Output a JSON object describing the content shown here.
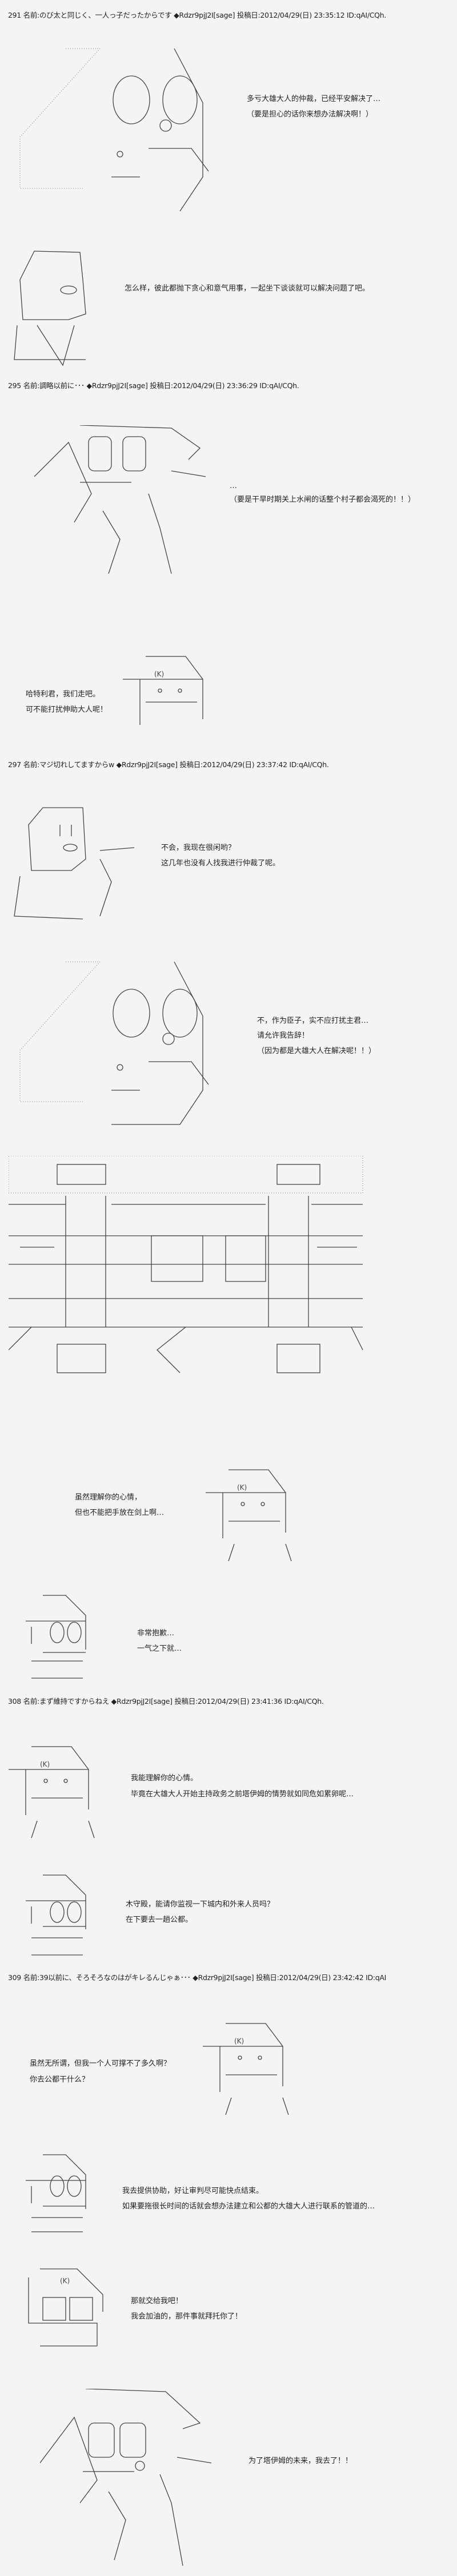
{
  "posts": [
    {
      "number": "291",
      "name": "のび太と同じく、一人っ子だったからです",
      "trip": "◆Rdzr9pjJ2I",
      "mail": "[sage]",
      "date_label": "投稿日",
      "datetime": "2012/04/29(日) 23:35:12",
      "id": "ID:qAI/CQh."
    },
    {
      "number": "295",
      "name": "調略以前に･･･",
      "trip": "◆Rdzr9pjJ2I",
      "mail": "[sage]",
      "date_label": "投稿日",
      "datetime": "2012/04/29(日) 23:36:29",
      "id": "ID:qAI/CQh."
    },
    {
      "number": "297",
      "name": "マジ切れしてますからw",
      "trip": "◆Rdzr9pjJ2I",
      "mail": "[sage]",
      "date_label": "投稿日",
      "datetime": "2012/04/29(日) 23:37:42",
      "id": "ID:qAI/CQh."
    },
    {
      "number": "308",
      "name": "まず維持ですからねえ",
      "trip": "◆Rdzr9pjJ2I",
      "mail": "[sage]",
      "date_label": "投稿日",
      "datetime": "2012/04/29(日) 23:41:36",
      "id": "ID:qAI/CQh."
    },
    {
      "number": "309",
      "name": "39以前に、そろそろなのはがキレるんじゃぁ･･･",
      "trip": "◆Rdzr9pjJ2I",
      "mail": "[sage]",
      "date_label": "投稿日",
      "datetime": "2012/04/29(日) 23:42:42",
      "id": "ID:qAI"
    }
  ],
  "dialogue": [
    "多亏大雄大人的仲裁，已经平安解决了…",
    "（要是担心的话你来想办法解决啊！）",
    "怎么样，彼此都抛下贪心和意气用事，一起坐下谈谈就可以解决问题了吧。",
    "…",
    "（要是干旱时期关上水闸的话整个村子都会渴死的！！）",
    "哈特利君，我们走吧。",
    "可不能打扰伸助大人呢！",
    "不会，我现在很闲哟？",
    "这几年也没有人找我进行仲裁了呢。",
    "不，作为臣子，实不应打扰主君…",
    "请允许我告辞！",
    "（因为都是大雄大人在解决呢！！）",
    "虽然理解你的心情，",
    "但也不能把手放在剑上啊…",
    "非常抱歉…",
    "一气之下就…",
    "我能理解你的心情。",
    "毕竟在大雄大人开始主持政务之前塔伊姆的情势就如同危如累卵呢…",
    "木守殿，能请你监视一下城内和外来人员吗？",
    "在下要去一趟公都。",
    "虽然无所谓，但我一个人可撑不了多久啊？",
    "你去公都干什么？",
    "我去提供协助，好让审判尽可能快点结束。",
    "如果要拖很长时间的话就会想办法建立和公都的大雄大人进行联系的管道的…",
    "那就交给我吧！",
    "我会加油的，那件事就拜托你了！",
    "为了塔伊姆的未来，我去了！！"
  ]
}
